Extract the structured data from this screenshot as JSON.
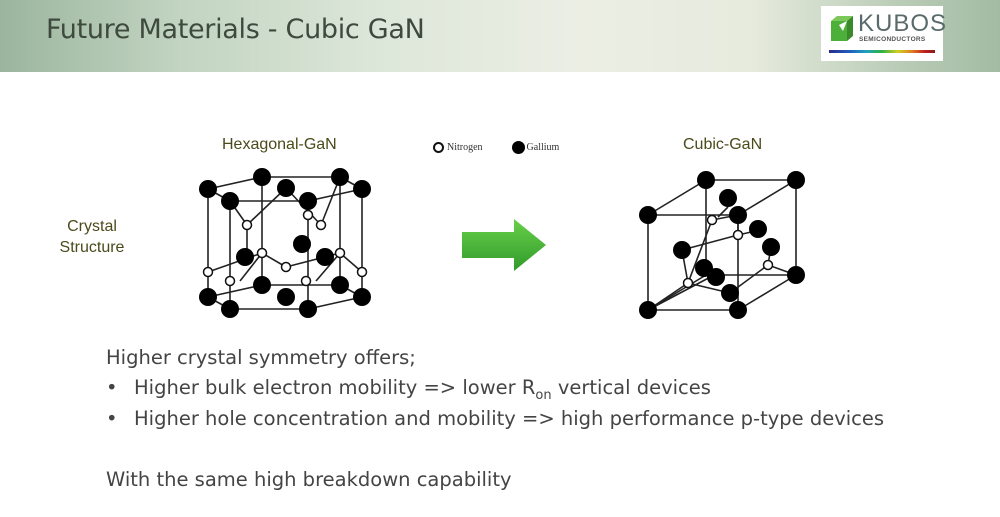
{
  "header": {
    "title": "Future Materials - Cubic GaN",
    "logo": {
      "name": "KUBOS",
      "subtitle": "SEMICONDUCTORS",
      "brand_color": "#4caf3a"
    }
  },
  "figure": {
    "row_label": "Crystal Structure",
    "left_title": "Hexagonal-GaN",
    "right_title": "Cubic-GaN",
    "legend": [
      {
        "symbol": "open-circle",
        "label": "Nitrogen"
      },
      {
        "symbol": "filled-circle",
        "label": "Gallium"
      }
    ],
    "arrow_color": "#3aa832"
  },
  "content": {
    "intro": "Higher crystal symmetry offers;",
    "bullets": [
      {
        "pre": "Higher bulk electron mobility => lower R",
        "sub": "on",
        "post": " vertical devices"
      },
      {
        "pre": "Higher hole concentration and mobility => high performance p-type devices",
        "sub": "",
        "post": ""
      }
    ],
    "bullet_char": "•",
    "closing": "With the same high breakdown capability"
  }
}
